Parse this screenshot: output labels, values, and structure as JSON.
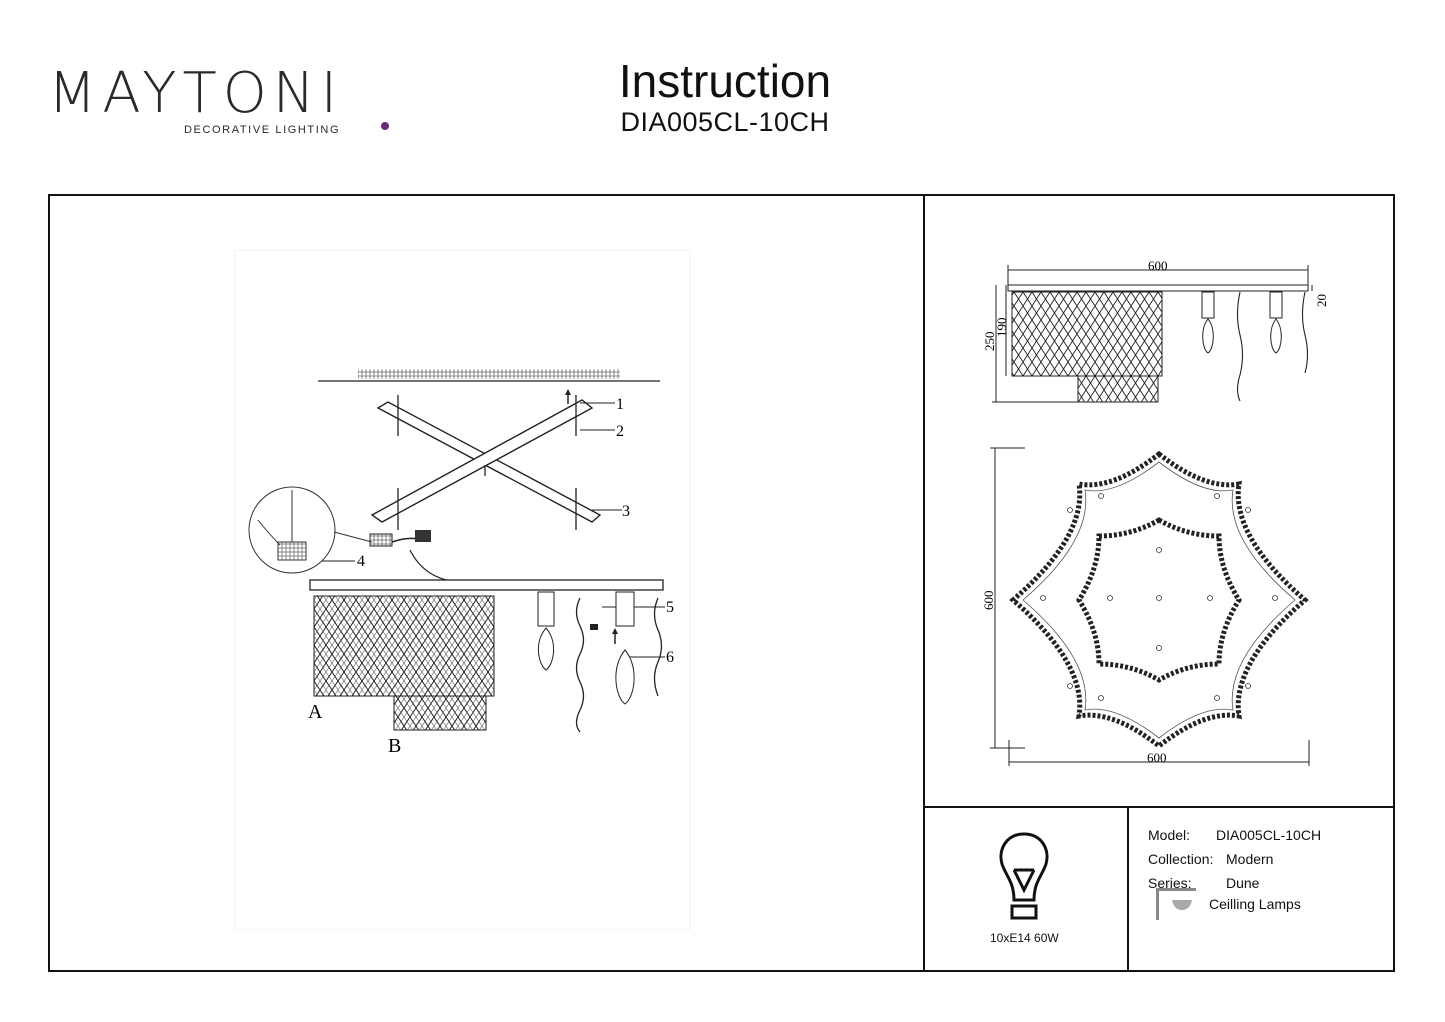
{
  "brand": {
    "name": "MAYTONI",
    "tagline": "DECORATIVE LIGHTING",
    "accent_color": "#6a2a7a"
  },
  "header": {
    "title": "Instruction",
    "model_code": "DIA005CL-10CH"
  },
  "assembly": {
    "callouts": [
      "1",
      "2",
      "3",
      "4",
      "5",
      "6"
    ],
    "parts": [
      "A",
      "B"
    ]
  },
  "dimensions": {
    "side_width": "600",
    "side_height_total": "250",
    "side_height_body": "190",
    "side_canopy": "20",
    "top_height": "600",
    "top_width": "600"
  },
  "specs": {
    "model_label": "Model:",
    "model_value": "DIA005CL-10CH",
    "collection_label": "Collection:",
    "collection_value": "Modern",
    "series_label": "Series:",
    "series_value": "Dune",
    "type_value": "Ceilling Lamps"
  },
  "bulb": {
    "caption": "10xE14 60W",
    "icon": "light-bulb-icon"
  },
  "type_icon": "ceiling-lamp-icon"
}
